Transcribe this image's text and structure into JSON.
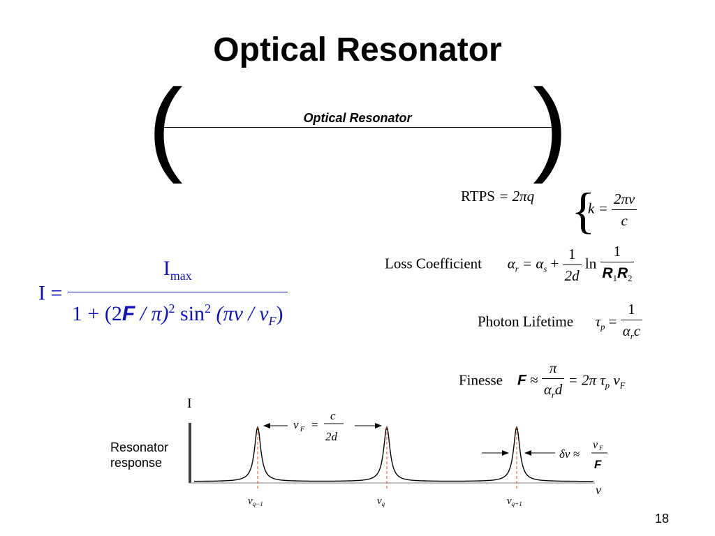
{
  "slide": {
    "title": "Optical Resonator",
    "resonator_label": "Optical Resonator",
    "page_number": "18"
  },
  "equations": {
    "rtps": {
      "label": "RTPS",
      "rhs": "= 2πq",
      "k_lhs": "k =",
      "k_num": "2πν",
      "k_den": "c"
    },
    "loss": {
      "label": "Loss Coefficient",
      "lhs": "α",
      "lhs_sub": "r",
      "mid": "= α",
      "mid_sub": "s",
      "plus": "+",
      "num1": "1",
      "den1": "2d",
      "ln": "ln",
      "num2": "1",
      "den2_r1": "R",
      "den2_s1": "1",
      "den2_r2": "R",
      "den2_s2": "2"
    },
    "lifetime": {
      "label": "Photon Lifetime",
      "lhs": "τ",
      "lhs_sub": "p",
      "eq": "=",
      "num": "1",
      "den": "α",
      "den_sub": "r",
      "den_tail": "c"
    },
    "finesse": {
      "label": "Finesse",
      "F": "F",
      "approx": "≈",
      "num": "π",
      "den": "α",
      "den_sub": "r",
      "den_tail": "d",
      "rhs": "= 2π τ",
      "rhs_sub": "p",
      "rhs_tail": " ν",
      "rhs_tail_sub": "F"
    },
    "intensity": {
      "lhs": "I =",
      "num": "I",
      "num_sub": "max",
      "den_a": "1 + (2",
      "den_F": "F",
      "den_b": " / π)",
      "den_b_sup": "2",
      "den_c": " sin",
      "den_c_sup": "2",
      "den_d": " (πν / ν",
      "den_d_sub": "F",
      "den_e": ")"
    }
  },
  "plot": {
    "y_axis_label": "I",
    "x_axis_label": "ν",
    "response_label_line1": "Resonator",
    "response_label_line2": "response",
    "peak_labels": [
      {
        "main": "ν",
        "sub": "q−1"
      },
      {
        "main": "ν",
        "sub": "q"
      },
      {
        "main": "ν",
        "sub": "q+1"
      }
    ],
    "fsr": {
      "lhs": "ν",
      "lhs_sub": "F",
      "eq": "=",
      "num": "c",
      "den": "2d"
    },
    "linewidth": {
      "lhs": "δν ≈",
      "num": "ν",
      "num_sub": "F",
      "den": "F"
    },
    "colors": {
      "curve": "#000000",
      "peak_marker": "#e05020",
      "axis": "#404040"
    }
  }
}
